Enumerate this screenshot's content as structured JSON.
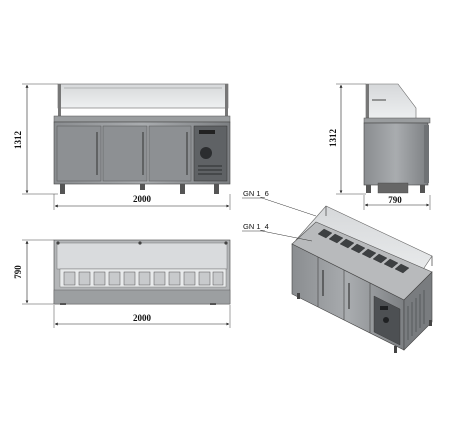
{
  "drawing": {
    "front_view": {
      "width_dim": "2000",
      "height_dim": "1312"
    },
    "side_view": {
      "depth_dim": "790",
      "height_dim": "1312"
    },
    "top_view": {
      "width_dim": "2000",
      "depth_dim": "790"
    },
    "perspective": {
      "labels": [
        "GN 1_6",
        "GN 1_4"
      ]
    }
  }
}
